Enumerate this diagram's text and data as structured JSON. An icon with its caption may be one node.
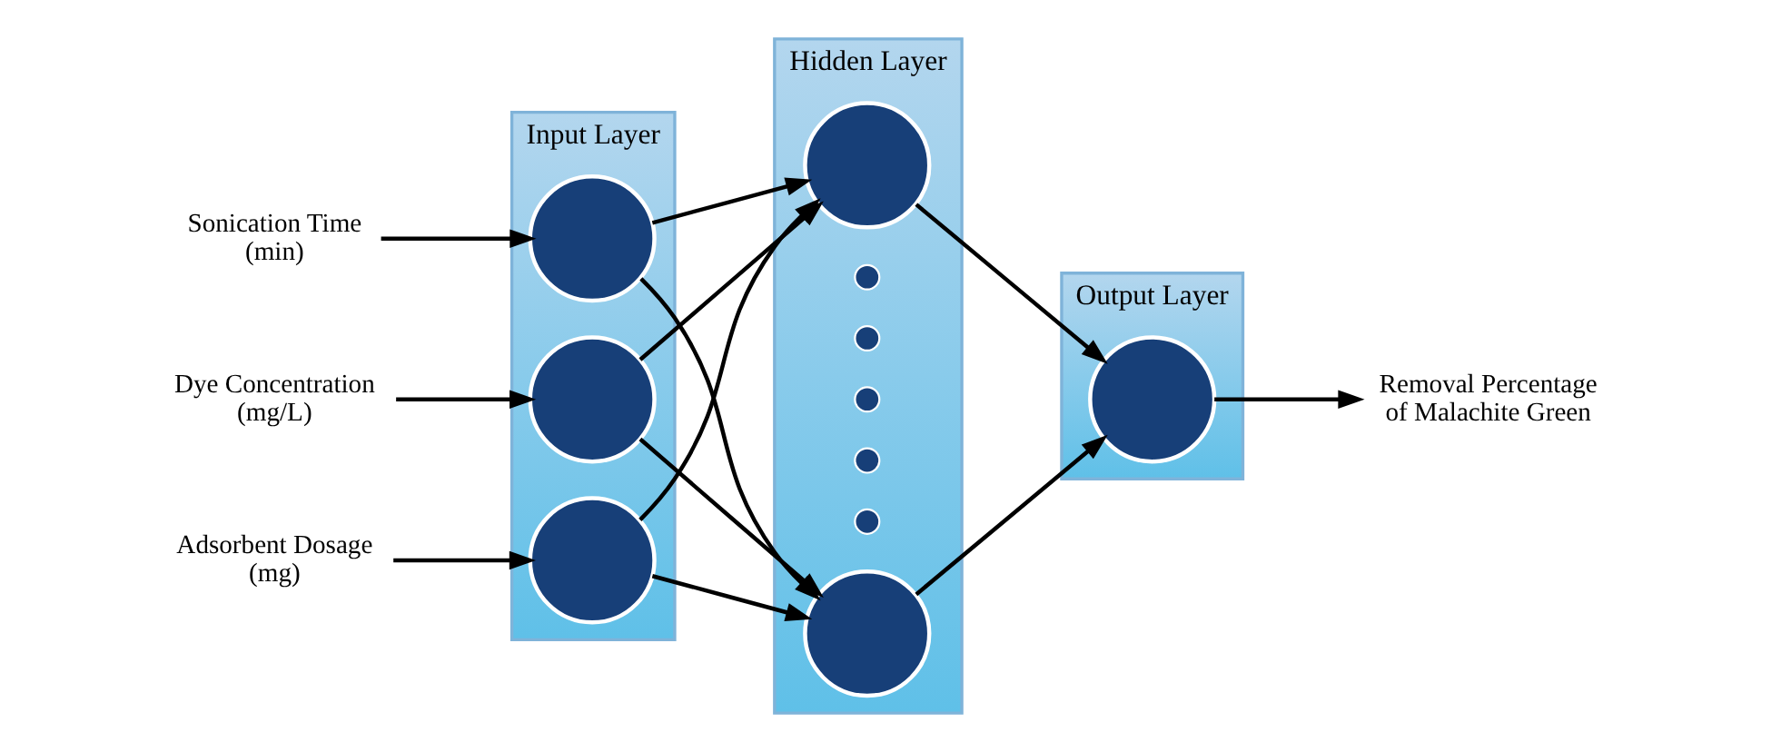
{
  "diagram": {
    "nodes": [
      {
        "text": [
          "Sonication Time (min)"
        ]
      },
      {
        "text": [
          "Dye Concentration (mg/L)"
        ]
      },
      {
        "text": [
          "Adsorbent Dosage (mg)"
        ]
      },
      {
        "text": [
          "Input Layer"
        ]
      },
      {
        "text": [],
        "shape": "circle",
        "in": 3
      },
      {
        "text": [],
        "shape": "circle",
        "in": 3
      },
      {
        "text": [],
        "shape": "circle",
        "in": 3
      },
      {
        "text": [
          "Hidden Layer"
        ]
      },
      {
        "text": [],
        "shape": "circle",
        "in": 7
      },
      {
        "text": [],
        "shape": "circle",
        "in": 7
      },
      {
        "text": [],
        "shape": "circle",
        "in": 7
      },
      {
        "text": [],
        "shape": "circle",
        "in": 7
      },
      {
        "text": [],
        "shape": "circle",
        "in": 7
      },
      {
        "text": [],
        "shape": "circle",
        "in": 7
      },
      {
        "text": [],
        "shape": "circle",
        "in": 7
      },
      {
        "text": [
          "Output Layer"
        ]
      },
      {
        "text": [],
        "shape": "circle",
        "in": 15
      },
      {
        "text": [
          "Removal Percentage of Malachite Green"
        ]
      }
    ],
    "edges": [
      {
        "from": 0,
        "to": 4,
        "arrow": "to"
      },
      {
        "from": 1,
        "to": 5,
        "arrow": "to"
      },
      {
        "from": 2,
        "to": 6,
        "arrow": "to"
      },
      {
        "from": 4,
        "to": 8,
        "arrow": "to"
      },
      {
        "from": 4,
        "to": 14,
        "arrow": "to"
      },
      {
        "from": 5,
        "to": 8,
        "arrow": "to"
      },
      {
        "from": 5,
        "to": 14,
        "arrow": "to"
      },
      {
        "from": 6,
        "to": 8,
        "arrow": "to"
      },
      {
        "from": 6,
        "to": 14,
        "arrow": "to"
      },
      {
        "from": 8,
        "to": 16,
        "arrow": "to"
      },
      {
        "from": 14,
        "to": 16,
        "arrow": "to"
      },
      {
        "from": 16,
        "to": 17,
        "arrow": "to"
      }
    ]
  }
}
